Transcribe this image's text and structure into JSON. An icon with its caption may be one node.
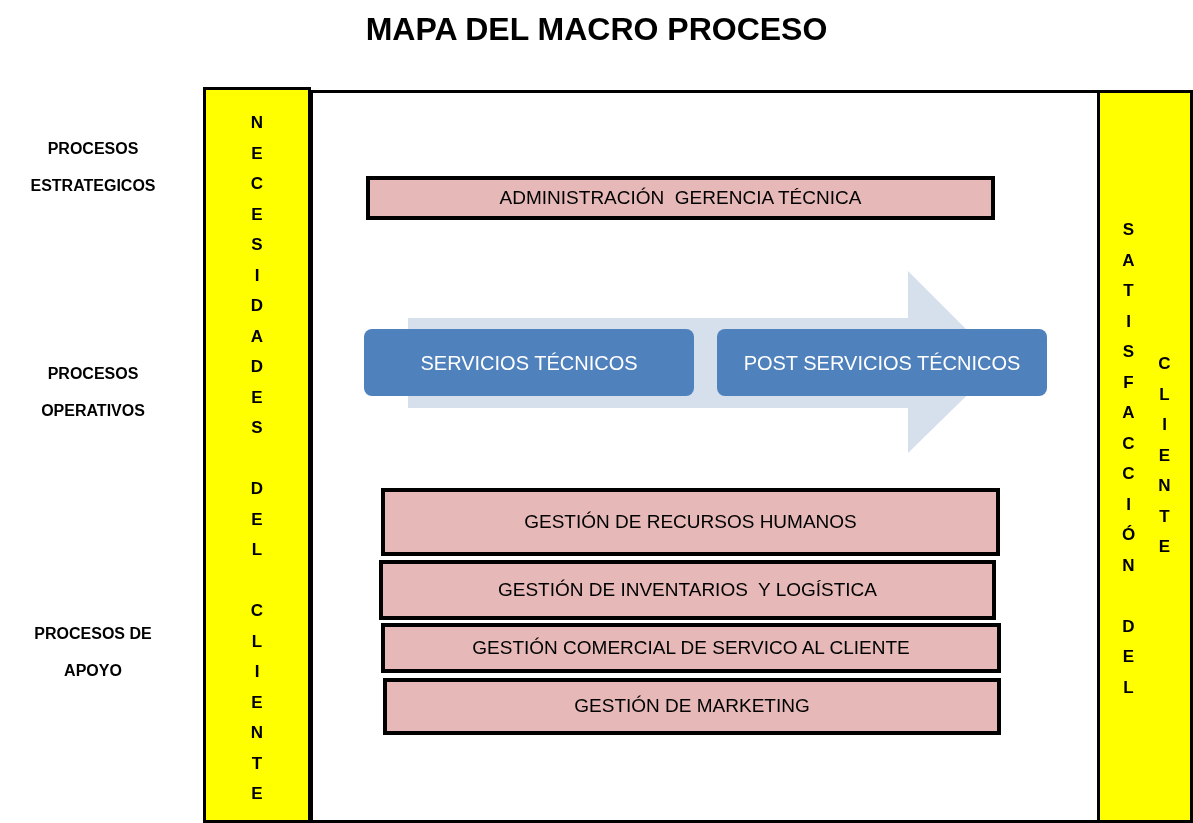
{
  "diagram": {
    "title": "MAPA DEL MACRO PROCESO",
    "nodes": [
      {
        "text": [
          "NECESIDADES DEL CLIENTE"
        ]
      },
      {
        "text": [],
        "shape": "box"
      },
      {
        "text": [
          "ADMINISTRACIÓN  GERENCIA TÉCNICA"
        ],
        "in": 1
      },
      {
        "text": [
          "SERVICIOS TÉCNICOS"
        ],
        "in": 1
      },
      {
        "text": [
          "POST SERVICIOS TÉCNICOS"
        ],
        "in": 1
      },
      {
        "text": [
          "GESTIÓN DE RECURSOS HUMANOS"
        ],
        "in": 1
      },
      {
        "text": [
          "GESTIÓN DE INVENTARIOS  Y LOGÍSTICA"
        ],
        "in": 1
      },
      {
        "text": [
          "GESTIÓN COMERCIAL DE SERVICO AL CLIENTE"
        ],
        "in": 1
      },
      {
        "text": [
          "GESTIÓN DE MARKETING"
        ],
        "in": 1
      },
      {
        "text": [
          "SATISFACCIÓN DEL",
          "CLIENTE"
        ]
      }
    ],
    "labels": [
      "PROCESOS ESTRATEGICOS",
      "PROCESOS OPERATIVOS",
      "PROCESOS DE APOYO"
    ]
  }
}
